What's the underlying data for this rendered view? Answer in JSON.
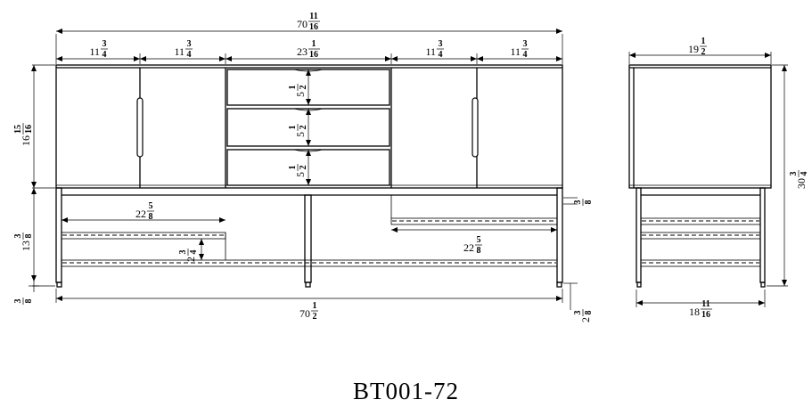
{
  "drawing": {
    "model": "BT001-72",
    "front_view": {
      "overall_width": {
        "whole": "70",
        "num": "11",
        "den": "16"
      },
      "overall_bottom_width": {
        "whole": "70",
        "num": "1",
        "den": "2"
      },
      "section_1_width": {
        "whole": "11",
        "num": "3",
        "den": "4"
      },
      "section_2_width": {
        "whole": "11",
        "num": "3",
        "den": "4"
      },
      "center_width": {
        "whole": "23",
        "num": "1",
        "den": "16"
      },
      "section_4_width": {
        "whole": "11",
        "num": "3",
        "den": "4"
      },
      "section_5_width": {
        "whole": "11",
        "num": "3",
        "den": "4"
      },
      "cabinet_height": {
        "whole": "16",
        "num": "15",
        "den": "16"
      },
      "drawer_1_height": {
        "whole": "5",
        "num": "1",
        "den": "2"
      },
      "drawer_2_height": {
        "whole": "5",
        "num": "1",
        "den": "2"
      },
      "drawer_3_height": {
        "whole": "5",
        "num": "1",
        "den": "2"
      },
      "left_shelf_width": {
        "whole": "22",
        "num": "5",
        "den": "8"
      },
      "right_shelf_width": {
        "whole": "22",
        "num": "5",
        "den": "8"
      },
      "base_height": {
        "whole": "13",
        "num": "3",
        "den": "8"
      },
      "shelf_gap": {
        "whole": "2",
        "num": "3",
        "den": "4"
      },
      "shelf_thickness": {
        "whole": "",
        "num": "3",
        "den": "8"
      },
      "foot_height": {
        "whole": "",
        "num": "3",
        "den": "8"
      },
      "foot_offset": {
        "whole": "2",
        "num": "3",
        "den": "8"
      }
    },
    "side_view": {
      "depth_top": {
        "whole": "19",
        "num": "1",
        "den": "2"
      },
      "depth_bottom": {
        "whole": "18",
        "num": "11",
        "den": "16"
      },
      "total_height": {
        "whole": "30",
        "num": "3",
        "den": "4"
      }
    }
  }
}
